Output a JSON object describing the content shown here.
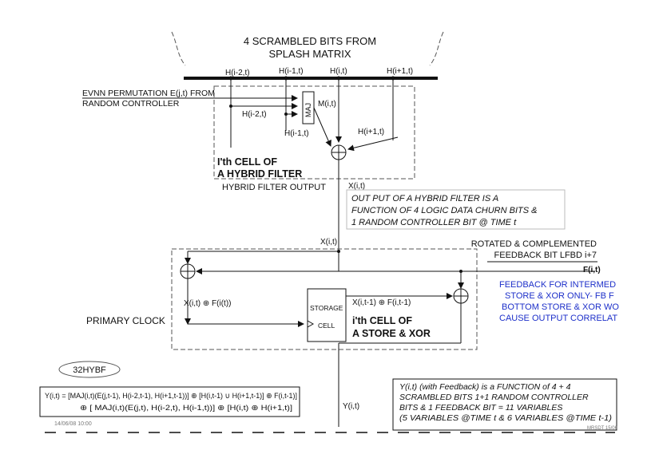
{
  "header": {
    "line1": "4 SCRAMBLED BITS FROM",
    "line2": "SPLASH MATRIX"
  },
  "bus_labels": [
    "H(i-2,t)",
    "H(i-1,t)",
    "H(i,t)",
    "H(i+1,t)"
  ],
  "input": {
    "line1": "EVNN PERMUTATION E(j,t) FROM",
    "line2": "RANDOM CONTROLLER"
  },
  "filter": {
    "maj_label": "MAJ",
    "maj_out": "M(i,t)",
    "h_left": "H(i-2,t)",
    "h_mid": "H(i-1,t)",
    "h_right": "H(i+1,t)",
    "cell_line1": "I'th CELL OF",
    "cell_line2": "A  HYBRID FILTER",
    "output_label": "HYBRID FILTER OUTPUT",
    "output_var": "X(i,t)",
    "note": [
      "OUT PUT OF A HYBRID FILTER IS A",
      "FUNCTION OF 4 LOGIC DATA CHURN BITS &",
      "1 RANDOM CONTROLLER BIT @ TIME t"
    ]
  },
  "store": {
    "x_in": "X(i,t)",
    "feedback_line1": "ROTATED & COMPLEMENTED",
    "feedback_line2": "FEEDBACK BIT LFBD i+7",
    "feedback_var": "F(i,t)",
    "xor_left_label": "X(i,t) ⊕ F(i(t))",
    "xor_right_label": "X(i,t-1) ⊕ F(i,t-1)",
    "storage_label": "STORAGE",
    "cell_label": "CELL",
    "clock_label": "PRIMARY CLOCK",
    "cell_line1": "i'th CELL OF",
    "cell_line2": "A STORE & XOR",
    "blue_note": [
      "FEEDBACK FOR INTERMED",
      "STORE & XOR ONLY- FB F",
      "BOTTOM STORE & XOR WO",
      "CAUSE OUTPUT CORRELAT"
    ]
  },
  "bottom": {
    "badge": "32HYBF",
    "formula_line1": "Y(i,t) = [MAJ(i,t)(E(j,t-1), H(i-2,t-1), H(i+1,t-1))] ⊕ [H(i,t-1) ∪ H(i+1,t-1)] ⊕ F(i,t-1)]",
    "formula_line2": "⊕ [ MAJ(i,t)(E(j,t), H(i-2,t), H(i-1,t))] ⊕ [H(i,t) ⊕ H(i+1,t)]",
    "y_label": "Y(i,t)",
    "summary": [
      "Y(i,t) (with Feedback) is a FUNCTION of 4 + 4",
      "SCRAMBLED BITS 1+1 RANDOM CONTROLLER",
      "BITS & 1 FEEDBACK BIT = 11 VARIABLES",
      "(5 VARIABLES @TIME t & 6 VARIABLES @TIME t-1)"
    ],
    "date_left": "14/06/08  10:00",
    "date_right": "MRSDT 15/06"
  }
}
